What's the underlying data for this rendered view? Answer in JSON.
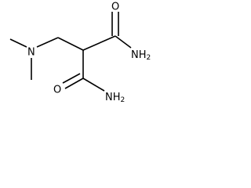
{
  "molecule": {
    "atoms": {
      "top_oxygen": "O",
      "top_amide_nitrogen": "NH",
      "top_amide_subscript": "2",
      "dimethylamino_nitrogen": "N",
      "bottom_oxygen": "O",
      "bottom_amide_nitrogen": "NH",
      "bottom_amide_subscript": "2"
    },
    "colors": {
      "bond": "#000000",
      "label": "#000000",
      "background": "#ffffff"
    }
  }
}
